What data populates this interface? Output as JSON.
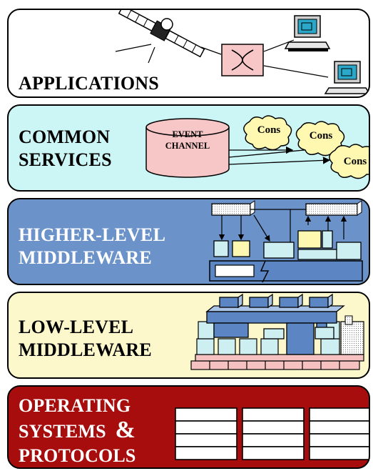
{
  "layers": [
    {
      "id": "applications",
      "label_lines": [
        "APPLICATIONS"
      ]
    },
    {
      "id": "common-services",
      "label_lines": [
        "COMMON",
        "SERVICES"
      ],
      "event_channel": [
        "EVENT",
        "CHANNEL"
      ],
      "consumers": [
        "Cons",
        "Cons",
        "Cons"
      ]
    },
    {
      "id": "higher-level-middleware",
      "label_lines": [
        "HIGHER-LEVEL",
        "MIDDLEWARE"
      ]
    },
    {
      "id": "low-level-middleware",
      "label_lines": [
        "LOW-LEVEL",
        "MIDDLEWARE"
      ]
    },
    {
      "id": "os-protocols",
      "label_lines": [
        "OPERATING",
        "SYSTEMS",
        "&",
        "PROTOCOLS"
      ]
    }
  ],
  "colors": {
    "applications_bg": "#ffffff",
    "common_services_bg": "#ccf5f5",
    "higher_middleware_bg": "#6b93c9",
    "low_middleware_bg": "#fdf8cc",
    "os_bg": "#a80d0d",
    "switch_fill": "#f7c6c6",
    "cons_fill": "#fff8b0",
    "cylinder_fill": "#f7c6c6",
    "block_fill": "#cdeff2",
    "block_dark": "#5b86c3",
    "brick": "#f6c1c1"
  }
}
